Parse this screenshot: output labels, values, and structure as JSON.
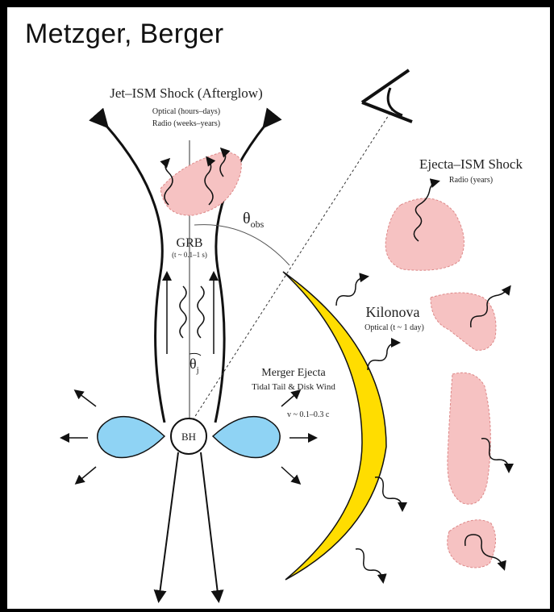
{
  "slide": {
    "title": "Metzger, Berger"
  },
  "labels": {
    "jet_shock": "Jet–ISM Shock (Afterglow)",
    "jet_optical": "Optical (hours–days)",
    "jet_radio": "Radio (weeks–years)",
    "theta_obs_symbol": "θ",
    "theta_obs_sub": "obs",
    "grb": "GRB",
    "grb_time": "(t ~ 0.1–1 s)",
    "theta_j_symbol": "θ",
    "theta_j_sub": "j",
    "bh": "BH",
    "merger_ejecta": "Merger Ejecta",
    "merger_sub": "Tidal Tail & Disk Wind",
    "velocity": "v ~ 0.1–0.3 c",
    "ejecta_ism": "Ejecta–ISM Shock",
    "ejecta_radio": "Radio (years)",
    "kilonova": "Kilonova",
    "kilonova_optical": "Optical (t ~ 1 day)"
  },
  "colors": {
    "pink": "#f6c2c2",
    "disk": "#8fd3f4",
    "ejecta": "#ffdd00"
  }
}
